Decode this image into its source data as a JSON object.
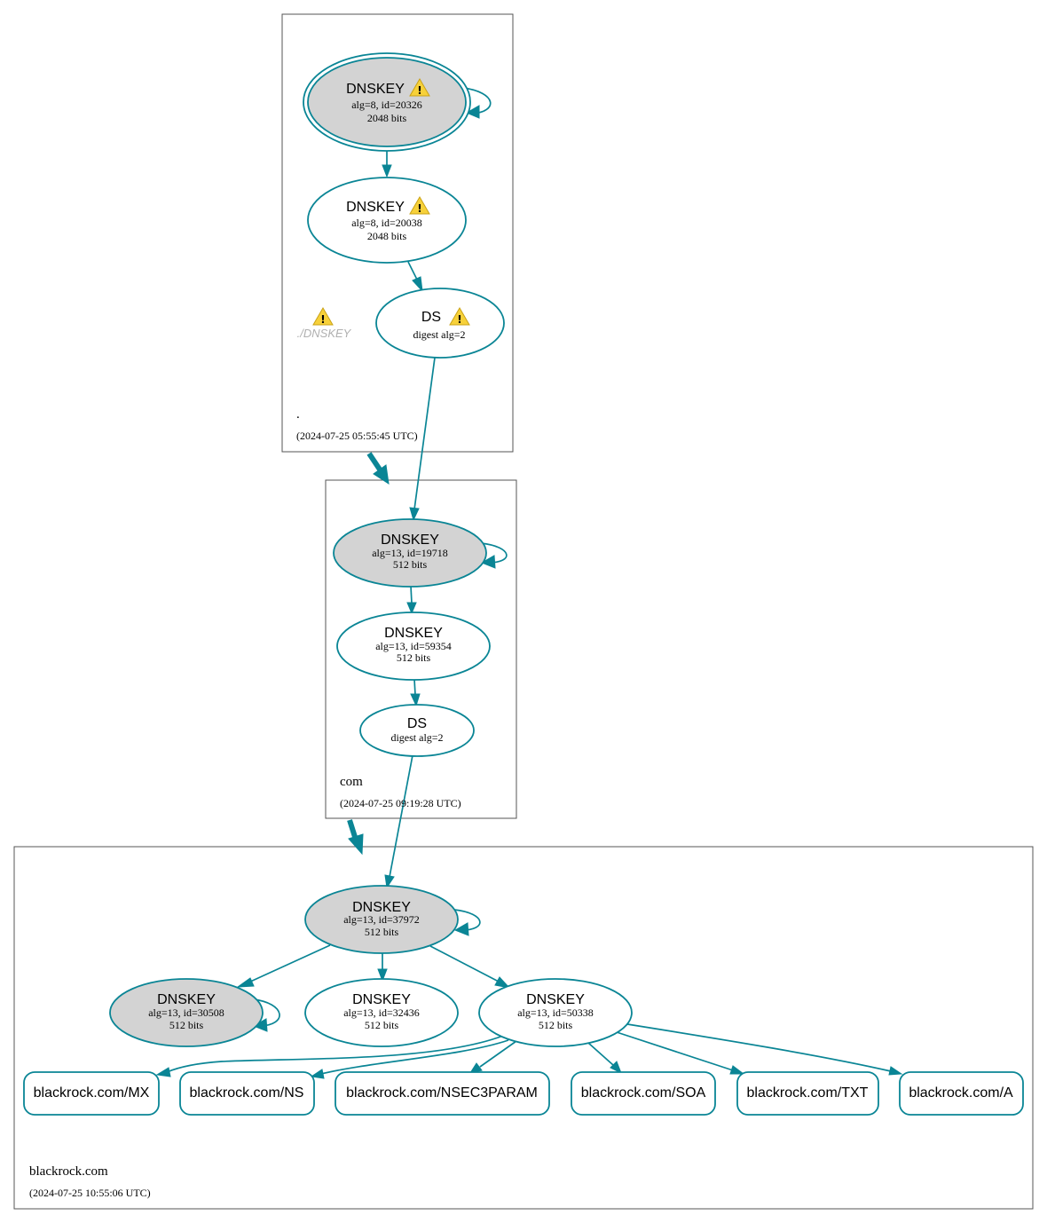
{
  "zones": {
    "root": {
      "name": ".",
      "timestamp": "(2024-07-25 05:55:45 UTC)",
      "missing_label": "./DNSKEY",
      "dnskey_ksk": {
        "title": "DNSKEY",
        "line1": "alg=8, id=20326",
        "line2": "2048 bits",
        "warning": true
      },
      "dnskey_zsk": {
        "title": "DNSKEY",
        "line1": "alg=8, id=20038",
        "line2": "2048 bits",
        "warning": true
      },
      "ds": {
        "title": "DS",
        "line1": "digest alg=2",
        "warning": true
      }
    },
    "com": {
      "name": "com",
      "timestamp": "(2024-07-25 09:19:28 UTC)",
      "dnskey_ksk": {
        "title": "DNSKEY",
        "line1": "alg=13, id=19718",
        "line2": "512 bits"
      },
      "dnskey_zsk": {
        "title": "DNSKEY",
        "line1": "alg=13, id=59354",
        "line2": "512 bits"
      },
      "ds": {
        "title": "DS",
        "line1": "digest alg=2"
      }
    },
    "blackrock": {
      "name": "blackrock.com",
      "timestamp": "(2024-07-25 10:55:06 UTC)",
      "dnskey_ksk": {
        "title": "DNSKEY",
        "line1": "alg=13, id=37972",
        "line2": "512 bits"
      },
      "dnskey_ksk2": {
        "title": "DNSKEY",
        "line1": "alg=13, id=30508",
        "line2": "512 bits"
      },
      "dnskey_zsk1": {
        "title": "DNSKEY",
        "line1": "alg=13, id=32436",
        "line2": "512 bits"
      },
      "dnskey_zsk2": {
        "title": "DNSKEY",
        "line1": "alg=13, id=50338",
        "line2": "512 bits"
      },
      "rrsets": {
        "mx": "blackrock.com/MX",
        "ns": "blackrock.com/NS",
        "nsec3param": "blackrock.com/NSEC3PARAM",
        "soa": "blackrock.com/SOA",
        "txt": "blackrock.com/TXT",
        "a": "blackrock.com/A"
      }
    }
  },
  "colors": {
    "edge": "#0a8595",
    "ksk_fill": "#d3d3d3",
    "warning": "#f7d13a"
  }
}
